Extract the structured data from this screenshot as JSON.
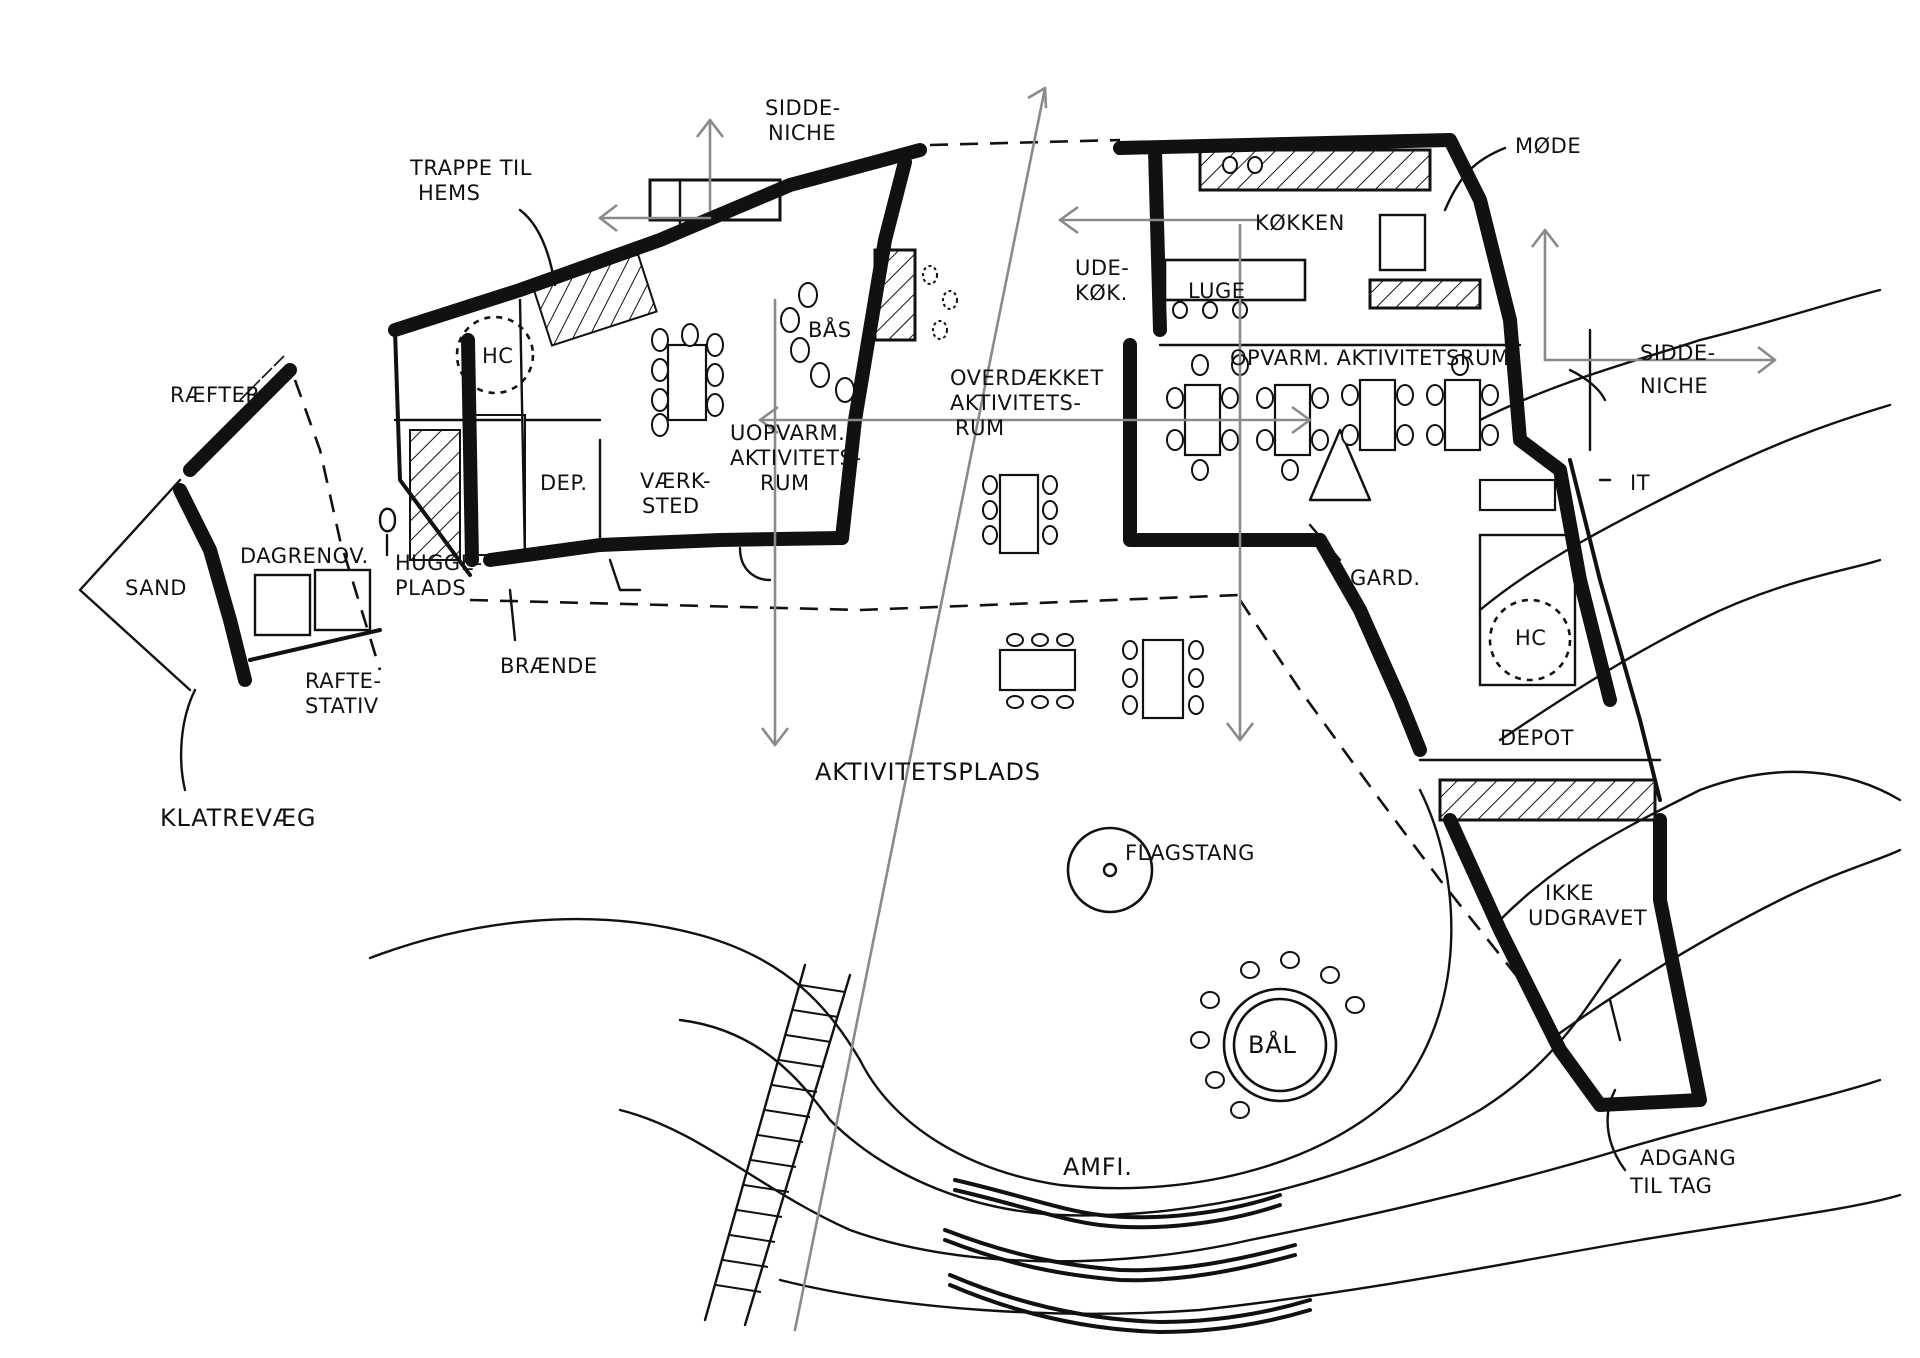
{
  "labels": {
    "sidde_niche_top": "SIDDE-",
    "sidde_niche_top_2": "NICHE",
    "trappe": "TRAPPE TIL",
    "trappe_2": "HEMS",
    "raefter": "RÆFTER",
    "sand": "SAND",
    "dagrenov": "DAGRENOV.",
    "rafte": "RAFTE-",
    "rafte_2": "STATIV",
    "klatrevaeg": "KLATREVÆG",
    "hugge": "HUGGE-",
    "hugge_2": "PLADS",
    "braende": "BRÆNDE",
    "hc_left": "HC",
    "dep": "DEP.",
    "vaerksted": "VÆRK-",
    "vaerksted_2": "STED",
    "opvarm_left": "UOPVARM.",
    "opvarm_left_2": "AKTIVITETS-",
    "opvarm_left_3": "RUM",
    "bos": "BÅS",
    "overdaekket": "OVERDÆKKET",
    "overdaekket_2": "AKTIVITETS-",
    "overdaekket_3": "RUM",
    "udekok": "UDE-",
    "udekok_2": "KØK.",
    "luge": "LUGE",
    "koekken": "KØKKEN",
    "mode": "MØDE",
    "opvarm_right": "OPVARM. AKTIVITETSRUM",
    "sidde_niche_right": "SIDDE-",
    "sidde_niche_right_2": "NICHE",
    "it": "IT",
    "gard": "GARD.",
    "hc_right": "HC",
    "depot": "DEPOT",
    "aktivitetsplads": "AKTIVITETSPLADS",
    "flagstang": "FLAGSTANG",
    "ikke": "IKKE",
    "ikke_2": "UDGRAVET",
    "baal": "BÅL",
    "amfi": "AMFI.",
    "adgang": "ADGANG",
    "adgang_2": "TIL TAG"
  }
}
